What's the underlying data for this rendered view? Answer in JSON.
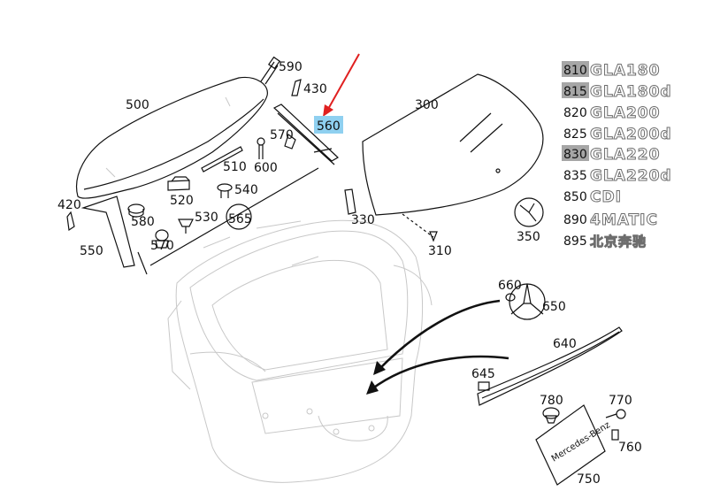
{
  "diagram": {
    "highlight_color": "#8fd0f0",
    "arrow_color": "#e02020",
    "emblem_highlight_color": "#a6a6a6",
    "callouts": {
      "c590": "590",
      "c430": "430",
      "c500": "500",
      "c560": "560",
      "c300": "300",
      "c570a": "570",
      "c510": "510",
      "c600": "600",
      "c520": "520",
      "c540": "540",
      "c420": "420",
      "c580": "580",
      "c530": "530",
      "c565": "565",
      "c330": "330",
      "c550": "550",
      "c570b": "570",
      "c350": "350",
      "c310": "310",
      "c660": "660",
      "c650": "650",
      "c640": "640",
      "c645": "645",
      "c780": "780",
      "c770": "770",
      "c760": "760",
      "c750": "750"
    },
    "plate_text": "Mercedes-Benz",
    "emblem_list": [
      {
        "code": "810",
        "text": "GLA180",
        "highlighted": true
      },
      {
        "code": "815",
        "text": "GLA180d",
        "highlighted": true
      },
      {
        "code": "820",
        "text": "GLA200",
        "highlighted": false
      },
      {
        "code": "825",
        "text": "GLA200d",
        "highlighted": false
      },
      {
        "code": "830",
        "text": "GLA220",
        "highlighted": true
      },
      {
        "code": "835",
        "text": "GLA220d",
        "highlighted": false
      },
      {
        "code": "850",
        "text": "CDI",
        "highlighted": false
      },
      {
        "code": "890",
        "text": "4MATIC",
        "highlighted": false
      },
      {
        "code": "895",
        "text": "北京奔驰",
        "highlighted": false
      }
    ]
  }
}
